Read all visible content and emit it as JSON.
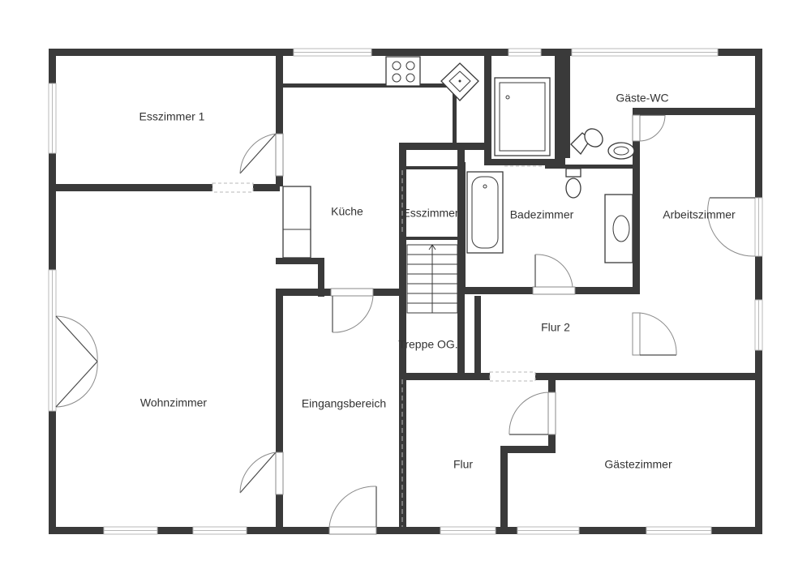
{
  "rooms": {
    "esszimmer1": "Esszimmer 1",
    "kueche": "Küche",
    "esszimmer": "Esszimmer",
    "badezimmer": "Badezimmer",
    "gaeste_wc": "Gäste-WC",
    "arbeitszimmer": "Arbeitszimmer",
    "wohnzimmer": "Wohnzimmer",
    "eingangsbereich": "Eingangsbereich",
    "treppe": "Treppe OG.",
    "flur2": "Flur 2",
    "flur": "Flur",
    "gaestezimmer": "Gästezimmer"
  },
  "colors": {
    "wall": "#3a3a3a",
    "window": "#b8b8b8",
    "label": "#333333"
  }
}
